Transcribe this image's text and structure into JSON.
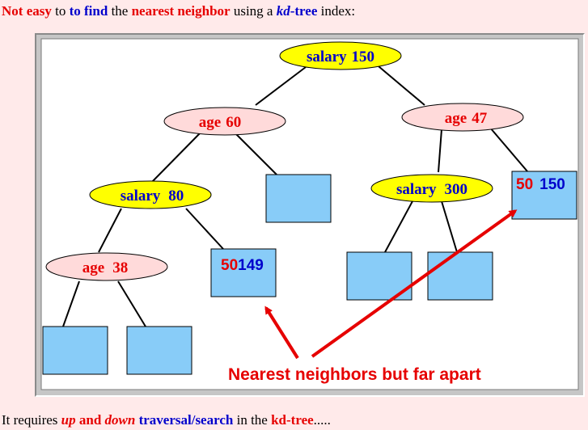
{
  "heading": {
    "part1": "Not easy",
    "part2": " to ",
    "part3": "to find",
    "part4": " the ",
    "part5": "nearest neighbor",
    "part6": " using a ",
    "part7": "kd",
    "part8": "-tree",
    "part9": " index:"
  },
  "nodes": {
    "root": {
      "attr": "salary",
      "value": "150"
    },
    "left": {
      "attr": "age",
      "value": "60"
    },
    "right": {
      "attr": "age",
      "value": "47"
    },
    "left_left": {
      "attr": "salary",
      "value": "80"
    },
    "right_left": {
      "attr": "salary",
      "value": "300"
    },
    "left_left_left": {
      "attr": "age",
      "value": "38"
    }
  },
  "leaves": {
    "leaf_a": {
      "v1": "50",
      "v2": "149"
    },
    "leaf_b": {
      "v1": "50",
      "v2": "150"
    }
  },
  "caption": "Nearest neighbors but far apart",
  "footer": {
    "part1": "It requires ",
    "part2": "up",
    "part3": " and ",
    "part4": "down",
    "part5": " traversal/search",
    "part6": " in the ",
    "part7": "kd-tree",
    "part8": "....."
  },
  "colors": {
    "salary_node_fill": "#ffff00",
    "age_node_fill": "#ffdada",
    "leaf_fill": "#88ccf8",
    "accent_red": "#e60000",
    "accent_blue": "#0000cc"
  }
}
